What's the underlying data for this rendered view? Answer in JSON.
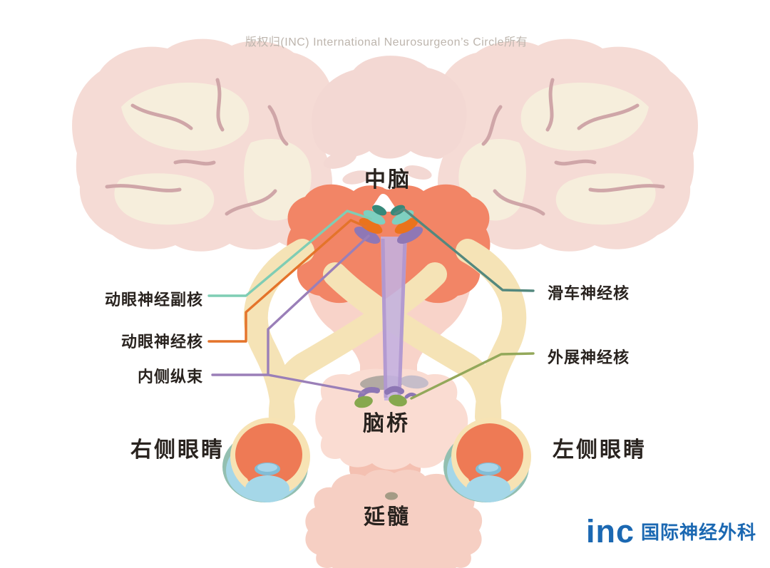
{
  "watermark": "版权归(INC) International Neurosurgeon’s Circle所有",
  "region_labels": {
    "midbrain": "中脑",
    "pons": "脑桥",
    "medulla": "延髓",
    "right_eye": "右侧眼睛",
    "left_eye": "左侧眼睛"
  },
  "callouts": {
    "left": [
      {
        "label": "动眼神经副核",
        "color": "#7fcdb4"
      },
      {
        "label": "动眼神经核",
        "color": "#e4732a"
      },
      {
        "label": "内侧纵束",
        "color": "#9a7fb8"
      }
    ],
    "right": [
      {
        "label": "滑车神经核",
        "color": "#53887e"
      },
      {
        "label": "外展神经核",
        "color": "#93a85a"
      }
    ]
  },
  "logo": {
    "wordmark": "inc",
    "text": "国际神经外科",
    "color": "#1b68b2"
  },
  "anatomy_colors": {
    "cortex_pink": "#f5dbd5",
    "cortex_cream": "#f6eedc",
    "sulcus_rose": "#cfa6a8",
    "midbrain_salmon": "#f28566",
    "brainstem_pink": "#f8d3c9",
    "nerve_tract_cream": "#f5e3b6",
    "mlf_column_purple": "#c3b1e0",
    "accessory_oculomotor_teal": "#7ed0c0",
    "oculomotor_orange": "#ea731c",
    "trochlear_darkteal": "#36897a",
    "abducens_green": "#86a84e",
    "eye_vitreous_salmon": "#ee7a55",
    "lens_blue": "#a5d7e8",
    "sclera_teal": "#93bfb0"
  }
}
